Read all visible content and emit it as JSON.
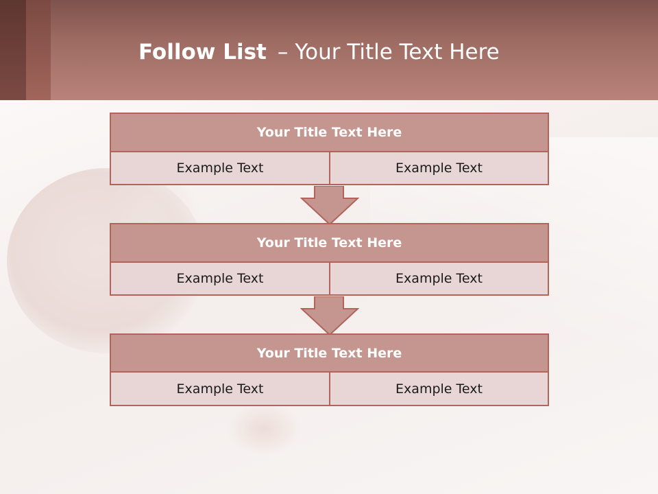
{
  "slide": {
    "title_bold": "Follow List",
    "title_sep": "–",
    "title_rest": "Your Title Text Here"
  },
  "blocks": [
    {
      "title": "Your Title Text Here",
      "left": "Example Text",
      "right": "Example Text"
    },
    {
      "title": "Your Title Text Here",
      "left": "Example Text",
      "right": "Example Text"
    },
    {
      "title": "Your Title Text Here",
      "left": "Example Text",
      "right": "Example Text"
    }
  ],
  "colors": {
    "header": "#9d6b62",
    "block_title_fill": "#c5968f",
    "cell_fill": "#e7d6d5",
    "border": "#b0645a"
  }
}
